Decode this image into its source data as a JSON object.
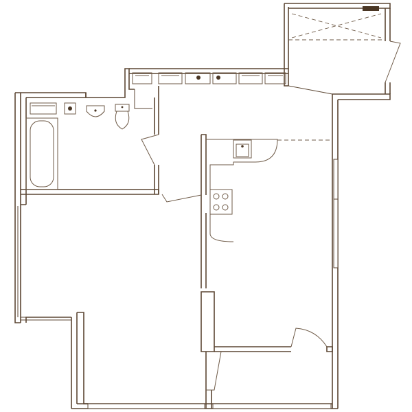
{
  "plan": {
    "kind": "apartment-floor-plan",
    "colors": {
      "wall": "#5b4633",
      "fixture": "#6e5a47",
      "dark_fill": "#4a3624",
      "background": "#ffffff"
    },
    "rooms": [
      "balcony",
      "bathroom",
      "kitchen-living",
      "bedroom",
      "hallway"
    ],
    "fixtures": [
      "bathtub",
      "washbasin",
      "toilet",
      "sink",
      "cooktop",
      "washing-machine"
    ]
  }
}
